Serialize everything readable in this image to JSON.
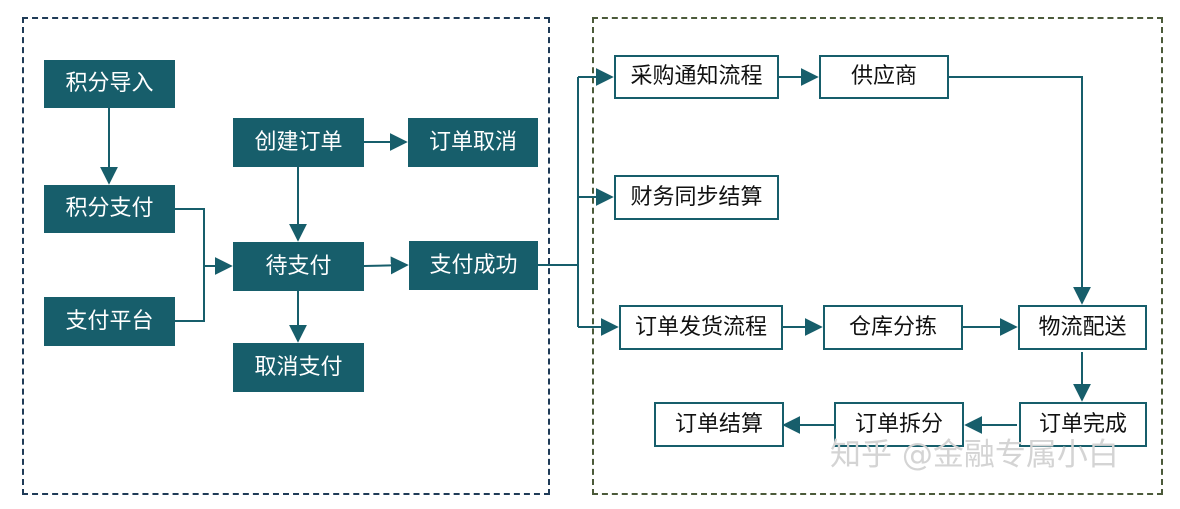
{
  "colors": {
    "node_fill": "#175e6b",
    "node_stroke": "#175e6b",
    "left_border": "#1f3b57",
    "right_border": "#4b5a3a",
    "watermark": "#d4d4d4"
  },
  "nodes": {
    "points_import": "积分导入",
    "points_payment": "积分支付",
    "payment_platform": "支付平台",
    "create_order": "创建订单",
    "order_cancel": "订单取消",
    "pending_payment": "待支付",
    "cancel_payment": "取消支付",
    "payment_success": "支付成功",
    "procurement_notice": "采购通知流程",
    "supplier": "供应商",
    "finance_settlement": "财务同步结算",
    "order_shipping": "订单发货流程",
    "warehouse_picking": "仓库分拣",
    "logistics_delivery": "物流配送",
    "order_complete": "订单完成",
    "order_split": "订单拆分",
    "order_settlement": "订单结算"
  },
  "watermark": "知乎 @金融专属小白"
}
